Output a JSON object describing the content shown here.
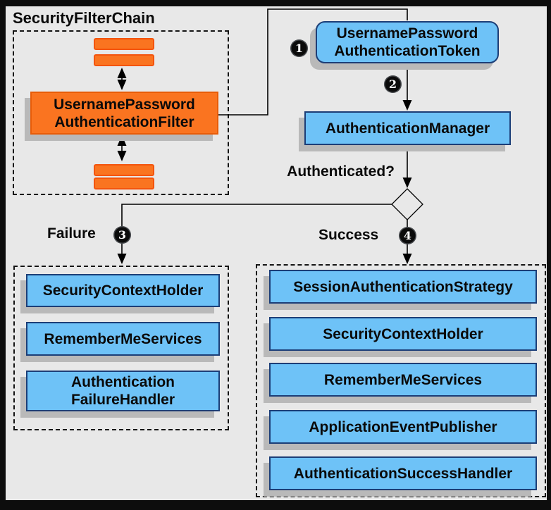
{
  "colors": {
    "frame": "#0d0d0d",
    "background": "#e8e8e8",
    "orange-fill": "#fa7420",
    "orange-border": "#e85c08",
    "orange-bar-border": "#f4540d",
    "blue-fill": "#6ec2f7",
    "blue-border": "#1c3e77",
    "shadow": "#b9b9b9",
    "line": "#000000",
    "badge-bg": "#0b0b0b",
    "badge-text": "#ffffff"
  },
  "title": "SecurityFilterChain",
  "chain": {
    "filter": "UsernamePassword\nAuthenticationFilter"
  },
  "flow": {
    "token": "UsernamePassword\nAuthenticationToken",
    "manager": "AuthenticationManager",
    "authenticated": "Authenticated?",
    "failure": "Failure",
    "success": "Success"
  },
  "badges": [
    "1",
    "2",
    "3",
    "4"
  ],
  "failure": {
    "items": [
      "SecurityContextHolder",
      "RememberMeServices",
      "Authentication\nFailureHandler"
    ]
  },
  "success": {
    "items": [
      "SessionAuthenticationStrategy",
      "SecurityContextHolder",
      "RememberMeServices",
      "ApplicationEventPublisher",
      "AuthenticationSuccessHandler"
    ]
  }
}
